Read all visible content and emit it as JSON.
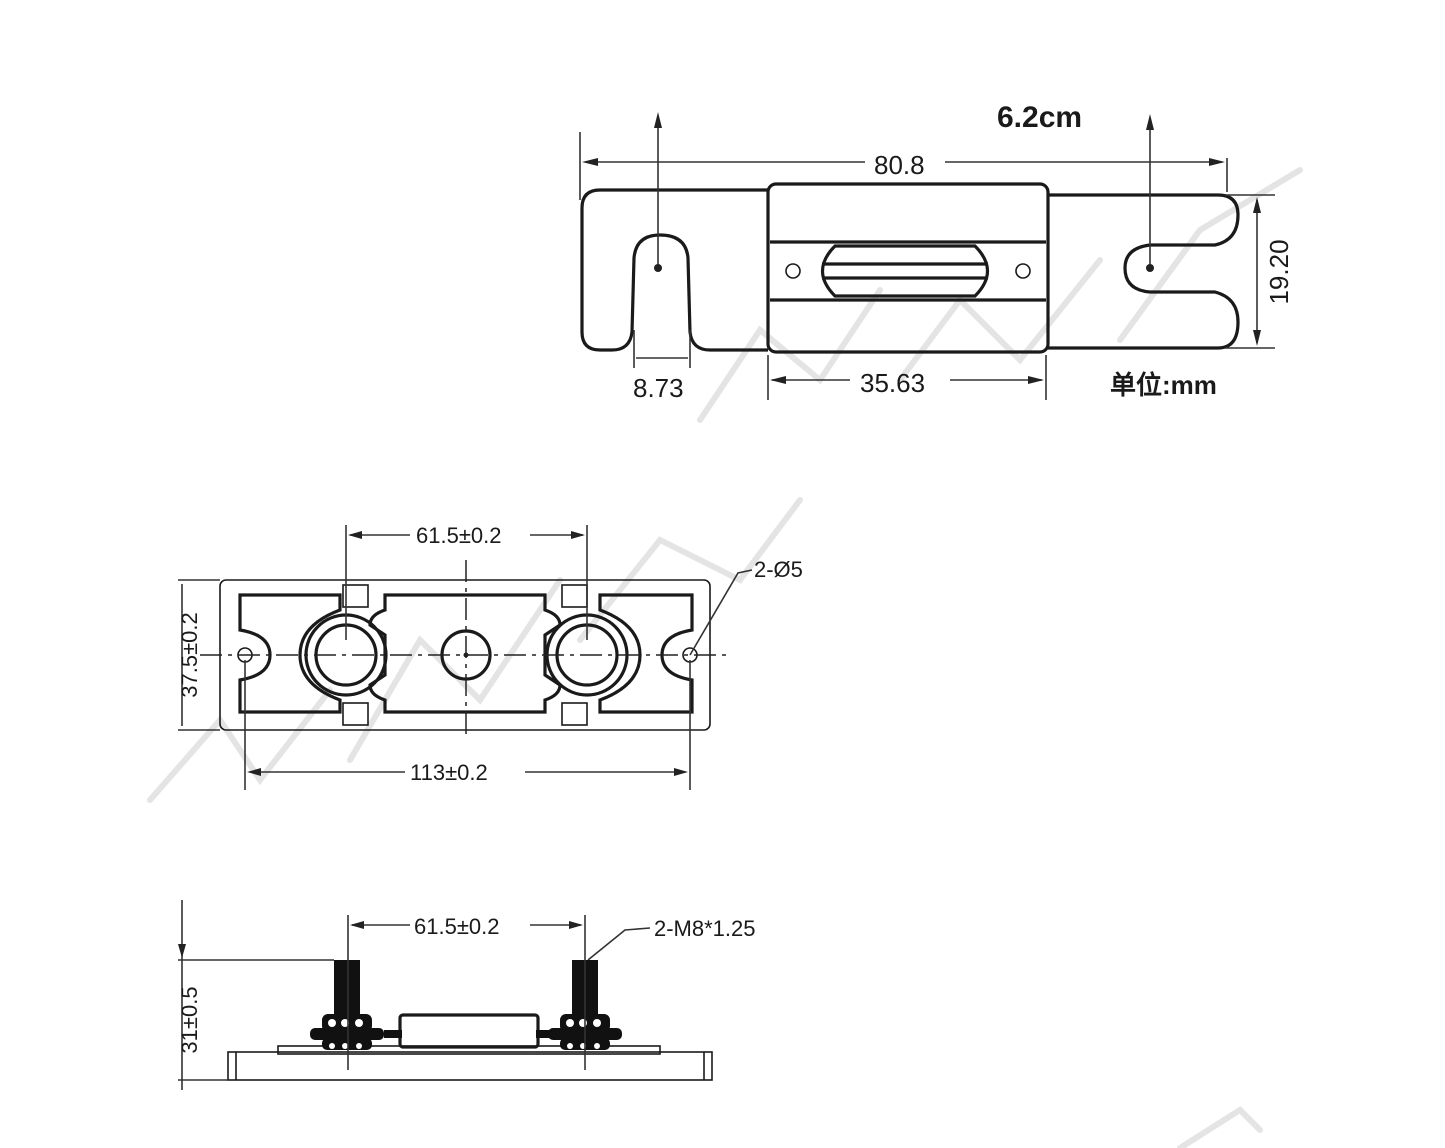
{
  "drawing": {
    "fuse_top_view": {
      "size_label": "6.2cm",
      "overall_length": "80.8",
      "height": "19.20",
      "slot_width": "8.73",
      "body_width": "35.63",
      "unit_label": "单位:mm"
    },
    "holder_top_view": {
      "stud_spacing": "61.5±0.2",
      "width": "37.5±0.2",
      "mount_hole_spacing": "113±0.2",
      "mount_hole_callout": "2-Ø5"
    },
    "holder_side_view": {
      "stud_spacing": "61.5±0.2",
      "stud_callout": "2-M8*1.25",
      "height": "31±0.5"
    }
  }
}
